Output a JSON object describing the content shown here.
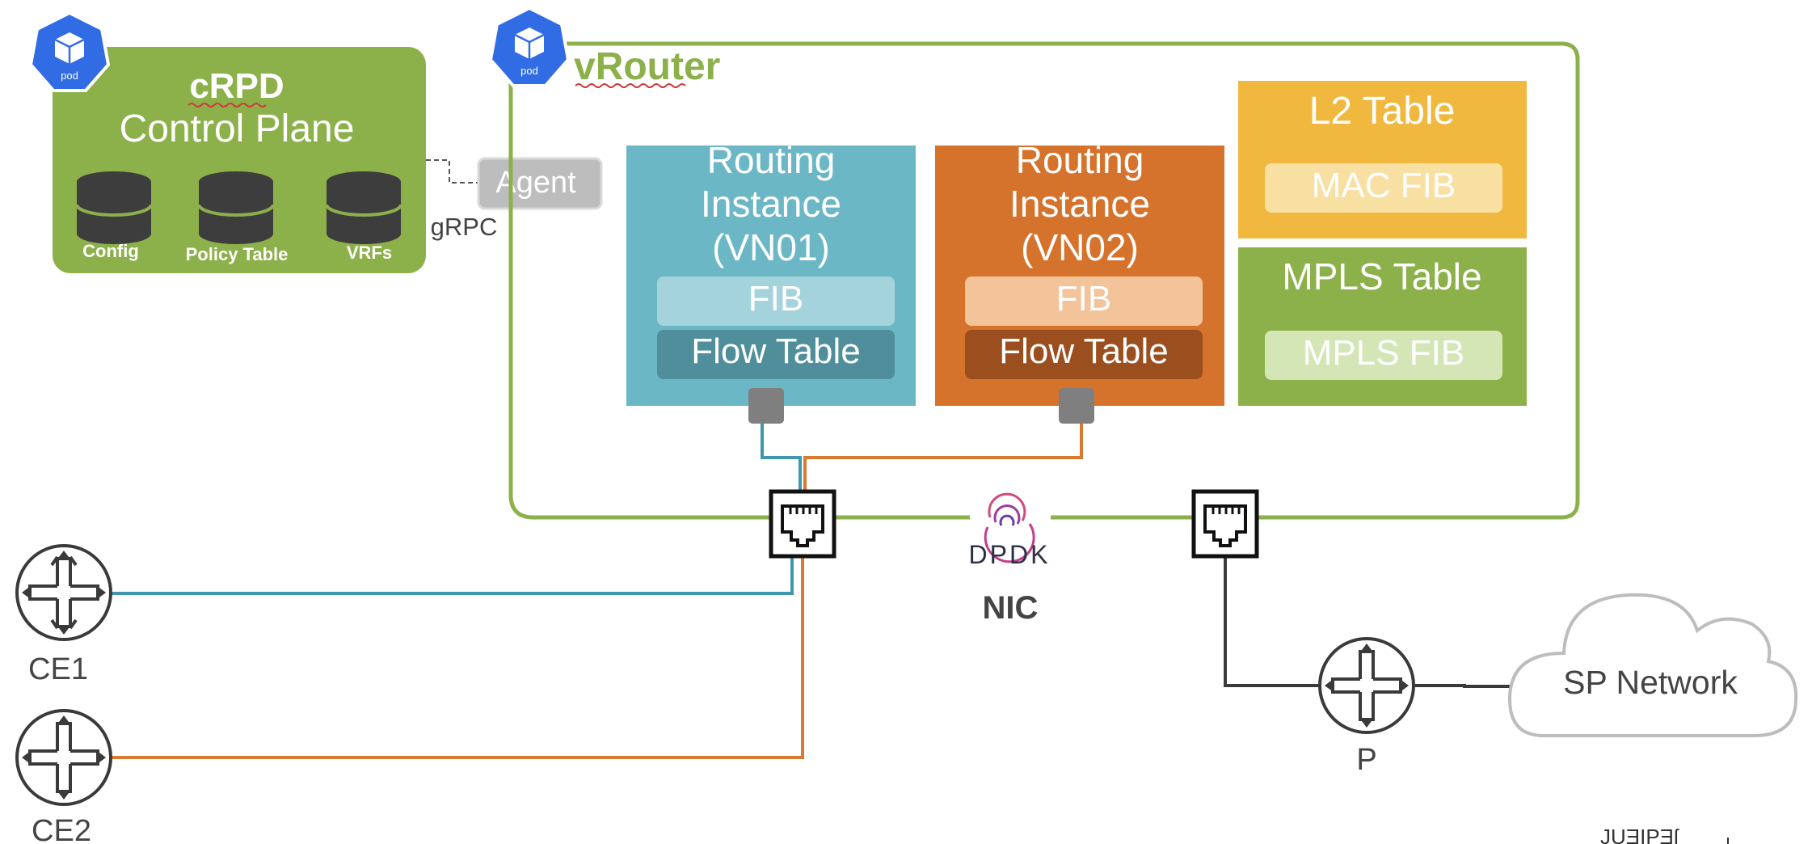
{
  "crpd": {
    "title": "cRPD",
    "subtitle": "Control Plane",
    "pod_label": "pod",
    "stores": [
      {
        "label": "Config"
      },
      {
        "label": "Policy Table"
      },
      {
        "label": "VRFs"
      }
    ]
  },
  "agent": {
    "label": "Agent",
    "link_label": "gRPC"
  },
  "vrouter": {
    "title": "vRouter",
    "pod_label": "pod",
    "instances": [
      {
        "line1": "Routing",
        "line2": "Instance",
        "line3": "(VN01)",
        "fib": "FIB",
        "flow": "Flow Table"
      },
      {
        "line1": "Routing",
        "line2": "Instance",
        "line3": "(VN02)",
        "fib": "FIB",
        "flow": "Flow Table"
      }
    ],
    "l2": {
      "title": "L2 Table",
      "fib": "MAC FIB"
    },
    "mpls": {
      "title": "MPLS Table",
      "fib": "MPLS FIB"
    }
  },
  "dpdk": {
    "label": "DPDK"
  },
  "nic": {
    "label": "NIC"
  },
  "routers": [
    {
      "label": "CE1"
    },
    {
      "label": "CE2"
    },
    {
      "label": "P"
    }
  ],
  "cloud": {
    "label": "SP Network"
  },
  "footer": {
    "text": "JUƎIPƎſ"
  },
  "colors": {
    "green": "#8cb04a",
    "teal": "#6cb7c6",
    "orange": "#d5722c",
    "yellow": "#f1b840",
    "link_teal": "#3f97ad",
    "link_orange": "#d97a33",
    "pod_blue": "#326ce5"
  }
}
